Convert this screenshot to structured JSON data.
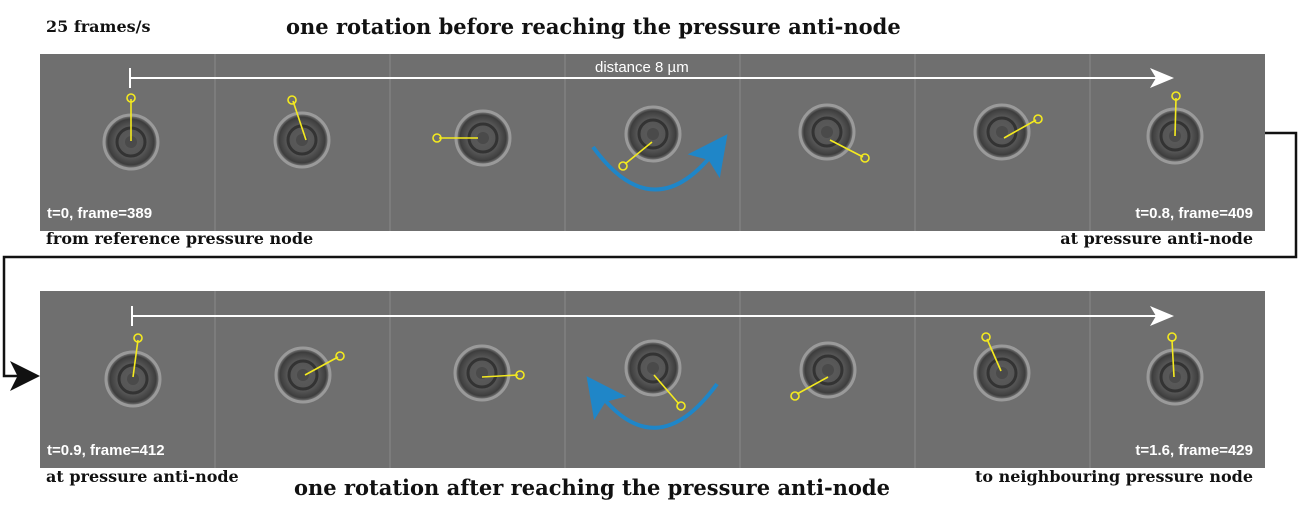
{
  "header": {
    "fps": "25 frames/s",
    "top_title": "one rotation before reaching the pressure anti-node",
    "bottom_title": "one rotation after reaching the pressure anti-node"
  },
  "top_strip": {
    "distance_label": "distance 8 µm",
    "start_frame_label": "t=0, frame=389",
    "end_frame_label": "t=0.8, frame=409",
    "caption_left": "from reference pressure node",
    "caption_right": "at pressure anti-node"
  },
  "bottom_strip": {
    "start_frame_label": "t=0.9, frame=412",
    "end_frame_label": "t=1.6, frame=429",
    "caption_left": "at pressure anti-node",
    "caption_right": "to neighbouring pressure node"
  },
  "colors": {
    "marker": "#f4ea1f",
    "rotation_arrow": "#1f86c8",
    "background_strip": "#6f6f6f",
    "frame_divider": "#8a8a8a"
  }
}
